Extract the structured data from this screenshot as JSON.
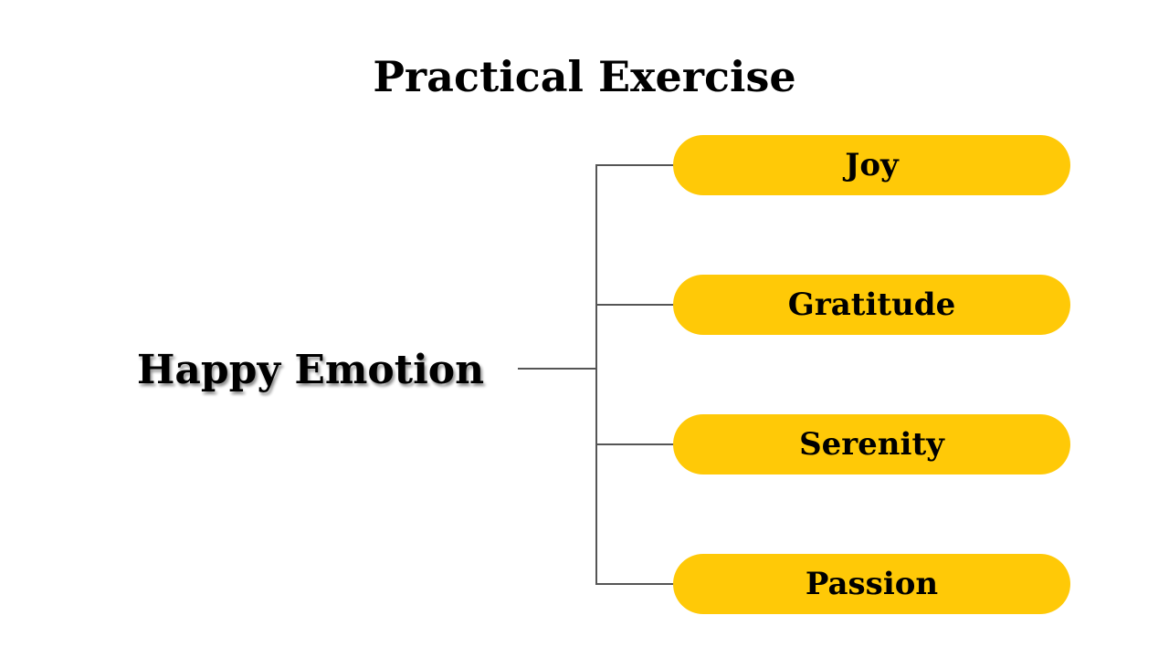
{
  "title": "Practical Exercise",
  "root": {
    "label": "Happy Emotion"
  },
  "branches": [
    {
      "label": "Joy"
    },
    {
      "label": "Gratitude"
    },
    {
      "label": "Serenity"
    },
    {
      "label": "Passion"
    }
  ],
  "colors": {
    "pill_fill": "#FFC907",
    "connector": "#555555",
    "text": "#000000",
    "background": "#FFFFFF"
  }
}
